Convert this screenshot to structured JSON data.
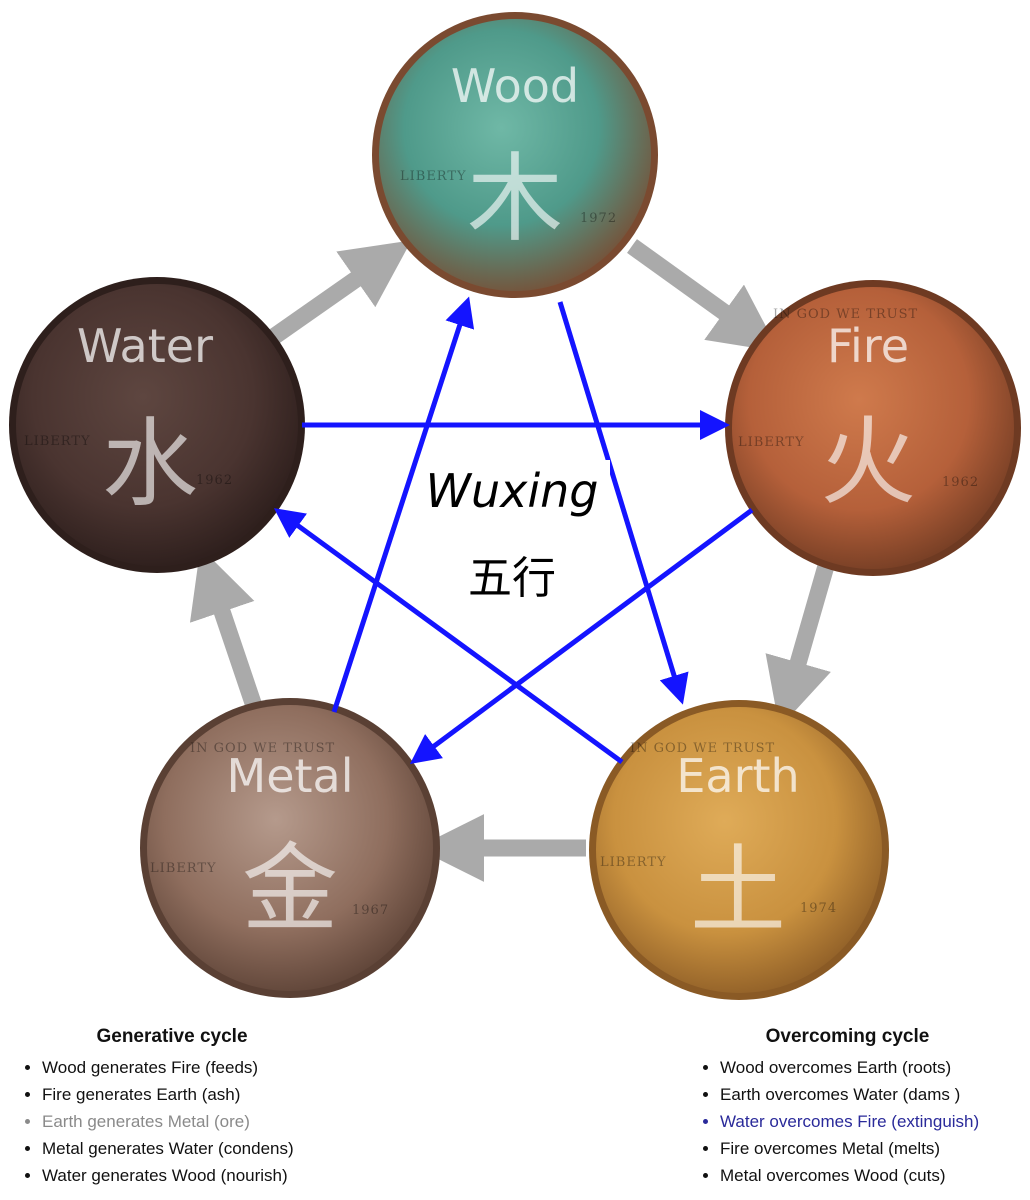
{
  "diagram": {
    "center_title": "Wuxing",
    "center_subtitle": "五行",
    "elements": [
      {
        "name": "Wood",
        "char": "木",
        "year": "1972",
        "coin_color": "#4f9a8a",
        "rim_color": "#7a4a30"
      },
      {
        "name": "Fire",
        "char": "火",
        "year": "1962",
        "coin_color": "#b5603a",
        "rim_color": "#6e3a22"
      },
      {
        "name": "Earth",
        "char": "土",
        "year": "1974",
        "coin_color": "#c9913f",
        "rim_color": "#8a5a25"
      },
      {
        "name": "Metal",
        "char": "金",
        "year": "1967",
        "coin_color": "#8f6e5e",
        "rim_color": "#5a4034"
      },
      {
        "name": "Water",
        "char": "水",
        "year": "1962",
        "coin_color": "#4a3430",
        "rim_color": "#2e1f1c"
      }
    ],
    "coin_inscriptions": {
      "motto": "IN GOD WE TRUST",
      "liberty": "LIBERTY"
    },
    "colors": {
      "generative_arrow": "#aaaaaa",
      "overcoming_arrow": "#1414ff"
    }
  },
  "legend": {
    "generative": {
      "title": "Generative cycle",
      "items": [
        "Wood generates Fire (feeds)",
        "Fire generates Earth (ash)",
        "Earth generates Metal (ore)",
        "Metal generates Water (condens)",
        "Water generates Wood (nourish)"
      ],
      "highlight_index": 2
    },
    "overcoming": {
      "title": "Overcoming cycle",
      "items": [
        "Wood overcomes Earth (roots)",
        "Earth overcomes Water (dams )",
        "Water overcomes Fire (extinguish)",
        "Fire overcomes Metal (melts)",
        "Metal overcomes Wood (cuts)"
      ],
      "highlight_index": 2
    }
  }
}
